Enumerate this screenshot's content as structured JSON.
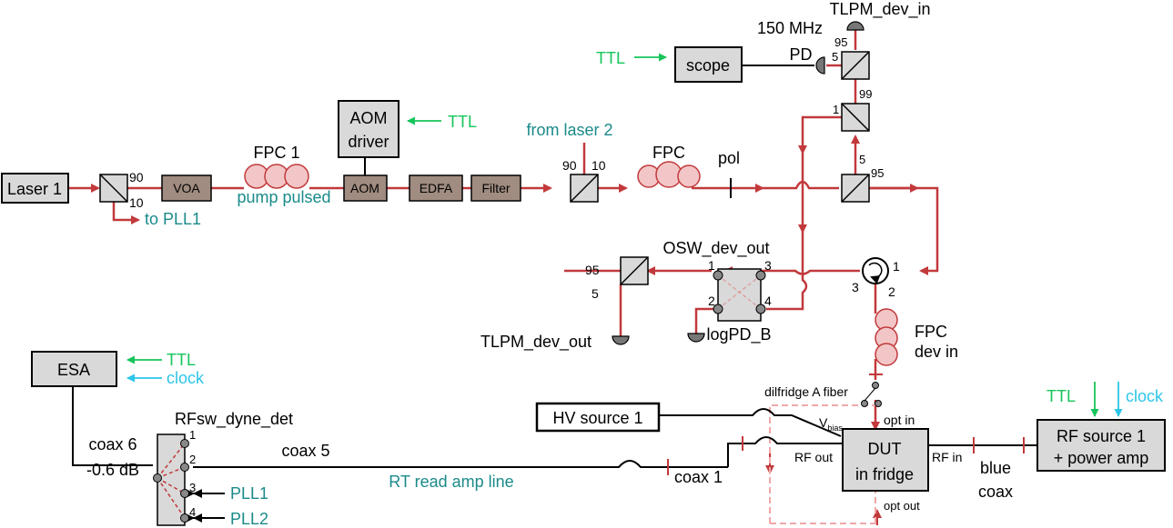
{
  "colors": {
    "fiber": "#c2393c",
    "rf": "#000000",
    "ttl": "#16c55a",
    "clock": "#2cc5e8",
    "teal_label": "#1a8a8a",
    "fridge_boundary": "#f0a8a8",
    "brown_box": "#a08c80",
    "gray_box": "#d9d9d9",
    "fpc_fill": "#f2c6c6"
  },
  "components": {
    "laser1": "Laser 1",
    "voa": "VOA",
    "aom": "AOM",
    "edfa": "EDFA",
    "filter": "Filter",
    "aom_driver_l1": "AOM",
    "aom_driver_l2": "driver",
    "scope": "scope",
    "esa": "ESA",
    "hv_source": "HV source 1",
    "dut_l1": "DUT",
    "dut_l2": "in fridge",
    "rf_source_l1": "RF source 1",
    "rf_source_l2": "+ power amp"
  },
  "labels": {
    "fpc1": "FPC 1",
    "pump_pulsed": "pump pulsed",
    "to_pll1": "to PLL1",
    "from_laser2": "from laser 2",
    "fpc": "FPC",
    "pol": "pol",
    "mhz150": "150 MHz",
    "pd": "PD",
    "tlpm_dev_in": "TLPM_dev_in",
    "osw_dev_out": "OSW_dev_out",
    "logpd_b": "logPD_B",
    "tlpm_dev_out": "TLPM_dev_out",
    "fpc_dev_in_l1": "FPC",
    "fpc_dev_in_l2": "dev in",
    "dilfridge_fiber": "dilfridge A fiber",
    "vbias_main": "V",
    "vbias_sub": "bias",
    "opt_in": "opt in",
    "opt_out": "opt out",
    "rf_out": "RF out",
    "rf_in": "RF in",
    "blue_coax_l1": "blue",
    "blue_coax_l2": "coax",
    "coax1": "coax 1",
    "coax5": "coax 5",
    "rt_read_amp_line": "RT read amp line",
    "rfsw_dyne_det": "RFsw_dyne_det",
    "coax6_l1": "coax 6",
    "coax6_l2": "-0.6 dB",
    "pll1": "PLL1",
    "pll2": "PLL2",
    "ttl_scope": "TTL",
    "ttl_aom": "TTL",
    "ttl_esa": "TTL",
    "clock_esa": "clock",
    "ttl_rf": "TTL",
    "clock_rf": "clock"
  },
  "ports": {
    "bs1_90": "90",
    "bs1_10": "10",
    "bs2_90": "90",
    "bs2_10": "10",
    "bs_top_95": "95",
    "bs_top_5": "5",
    "bs_mid_99": "99",
    "bs_mid_1": "1",
    "bs_bot_5": "5",
    "bs_bot_95": "95",
    "bs_out_95": "95",
    "bs_out_5": "5",
    "osw_1": "1",
    "osw_2": "2",
    "osw_3": "3",
    "osw_4": "4",
    "circ_1": "1",
    "circ_2": "2",
    "circ_3": "3",
    "sw_1": "1",
    "sw_2": "2",
    "sw_3": "3",
    "sw_4": "4"
  }
}
